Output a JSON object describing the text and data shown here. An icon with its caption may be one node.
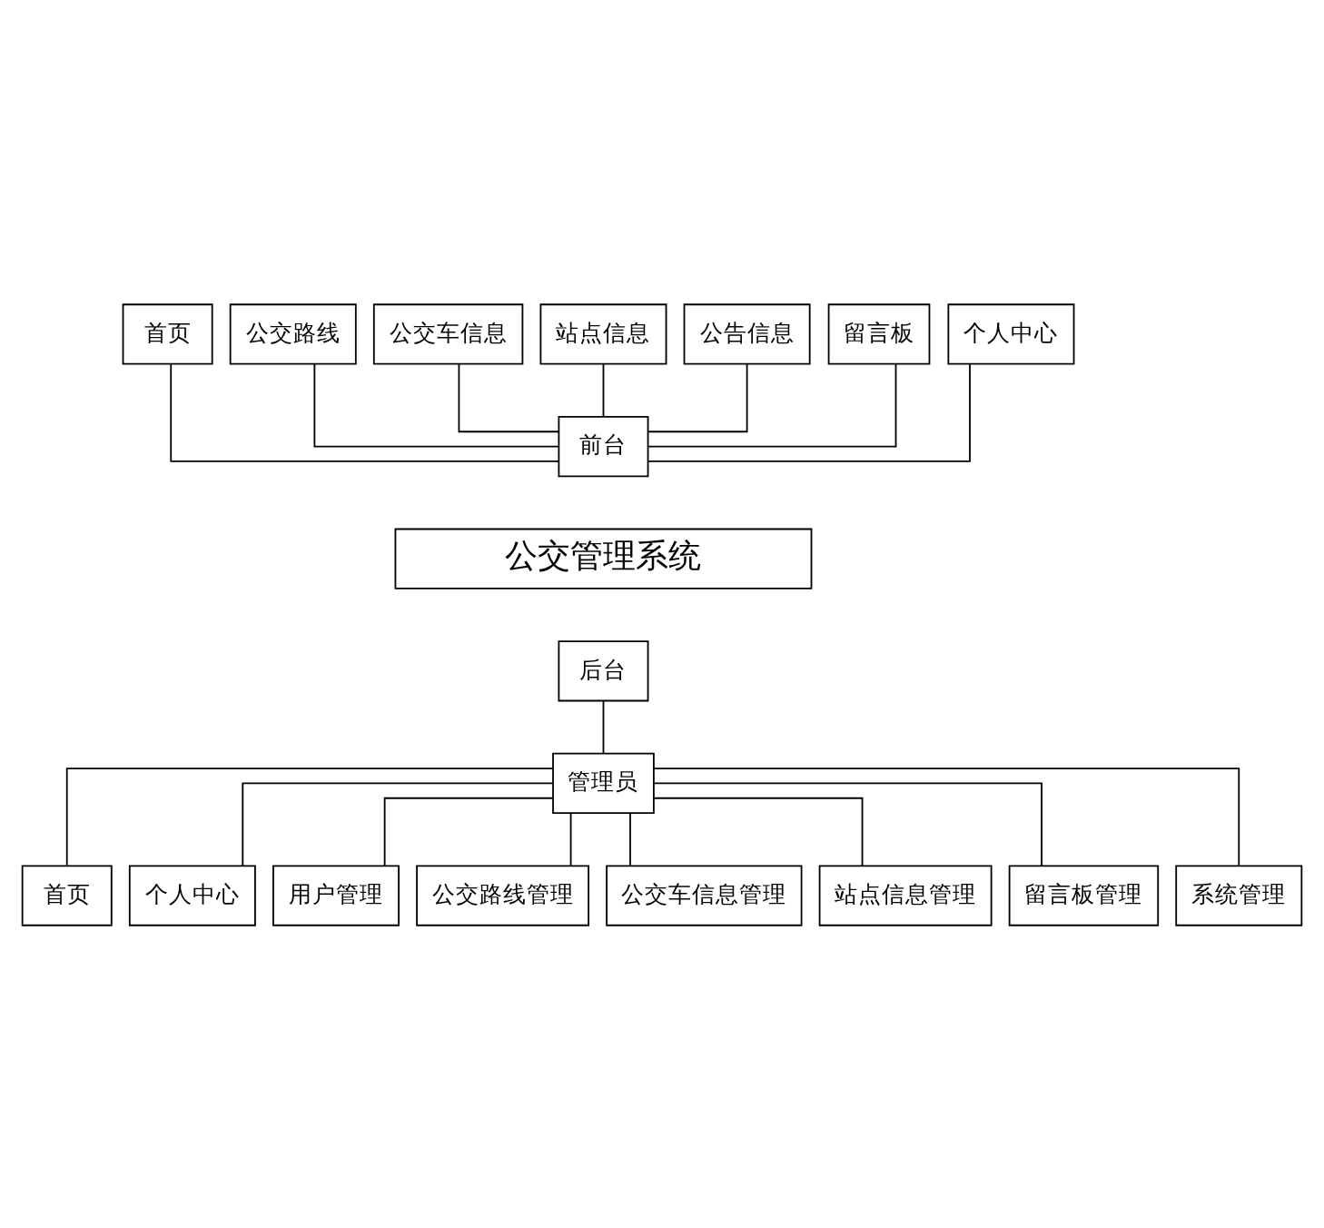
{
  "diagram": {
    "nodes": [
      {
        "text": [
          "首页"
        ]
      },
      {
        "text": [
          "公交路线"
        ]
      },
      {
        "text": [
          "公交车信息"
        ]
      },
      {
        "text": [
          "站点信息"
        ]
      },
      {
        "text": [
          "公告信息"
        ]
      },
      {
        "text": [
          "留言板"
        ]
      },
      {
        "text": [
          "个人中心"
        ]
      },
      {
        "text": [
          "前台"
        ]
      },
      {
        "text": [
          "公交管理系统"
        ]
      },
      {
        "text": [
          "后台"
        ]
      },
      {
        "text": [
          "管理员"
        ]
      },
      {
        "text": [
          "首页"
        ]
      },
      {
        "text": [
          "个人中心"
        ]
      },
      {
        "text": [
          "用户管理"
        ]
      },
      {
        "text": [
          "公交路线管理"
        ]
      },
      {
        "text": [
          "公交车信息管理"
        ]
      },
      {
        "text": [
          "站点信息管理"
        ]
      },
      {
        "text": [
          "留言板管理"
        ]
      },
      {
        "text": [
          "系统管理"
        ]
      }
    ],
    "edges": [
      {
        "from": 0,
        "to": 7,
        "arrow": "none"
      },
      {
        "from": 1,
        "to": 7,
        "arrow": "none"
      },
      {
        "from": 2,
        "to": 7,
        "arrow": "none"
      },
      {
        "from": 3,
        "to": 7,
        "arrow": "none"
      },
      {
        "from": 4,
        "to": 7,
        "arrow": "none"
      },
      {
        "from": 5,
        "to": 7,
        "arrow": "none"
      },
      {
        "from": 6,
        "to": 7,
        "arrow": "none"
      },
      {
        "from": 9,
        "to": 10,
        "arrow": "none"
      },
      {
        "from": 10,
        "to": 11,
        "arrow": "none"
      },
      {
        "from": 10,
        "to": 12,
        "arrow": "none"
      },
      {
        "from": 10,
        "to": 13,
        "arrow": "none"
      },
      {
        "from": 10,
        "to": 14,
        "arrow": "none"
      },
      {
        "from": 10,
        "to": 15,
        "arrow": "none"
      },
      {
        "from": 10,
        "to": 16,
        "arrow": "none"
      },
      {
        "from": 10,
        "to": 17,
        "arrow": "none"
      },
      {
        "from": 10,
        "to": 18,
        "arrow": "none"
      }
    ]
  }
}
